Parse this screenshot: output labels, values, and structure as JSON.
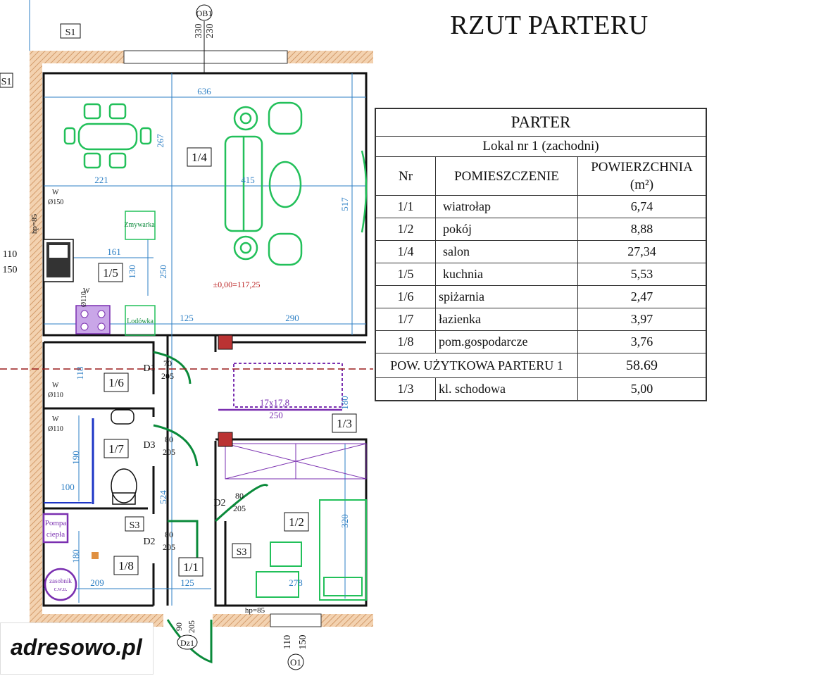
{
  "title": "RZUT PARTERU",
  "table": {
    "header": "PARTER",
    "subheader": "Lokal nr 1 (zachodni)",
    "col_nr": "Nr",
    "col_room": "POMIESZCZENIE",
    "col_area_1": "POWIERZCHNIA",
    "col_area_2": "(m²)",
    "rows": [
      {
        "nr": "1/1",
        "name": "wiatrołap",
        "area": "6,74"
      },
      {
        "nr": "1/2",
        "name": "pokój",
        "area": "8,88"
      },
      {
        "nr": "1/4",
        "name": "salon",
        "area": "27,34"
      },
      {
        "nr": "1/5",
        "name": "kuchnia",
        "area": "5,53"
      },
      {
        "nr": "1/6",
        "name": "spiżarnia",
        "area": "2,47"
      },
      {
        "nr": "1/7",
        "name": "łazienka",
        "area": "3,97"
      },
      {
        "nr": "1/8",
        "name": "pom.gospodarcze",
        "area": "3,76"
      }
    ],
    "total_label": "POW. UŻYTKOWA PARTERU 1",
    "total_value": "58.69",
    "extra": {
      "nr": "1/3",
      "name": "kl. schodowa",
      "area": "5,00"
    }
  },
  "plan": {
    "rooms": {
      "r14": "1/4",
      "r15": "1/5",
      "r16": "1/6",
      "r17": "1/7",
      "r18": "1/8",
      "r11": "1/1",
      "r12": "1/2",
      "r13": "1/3"
    },
    "sections": {
      "s1a": "S1",
      "s1b": "S1",
      "s3a": "S3",
      "s3b": "S3"
    },
    "windows": {
      "ob1": "OB1",
      "o1": "O1",
      "dz1": "Dz1"
    },
    "doors": {
      "d1": "D1",
      "d2a": "D2",
      "d2b": "D2",
      "d3": "D3"
    },
    "door_sizes": {
      "d1_w": "70",
      "d1_h": "205",
      "d3_w": "80",
      "d3_h": "205",
      "d2a_w": "80",
      "d2a_h": "205",
      "d2b_w": "80",
      "d2b_h": "205"
    },
    "dims": {
      "top_330": "330",
      "top_230": "230",
      "d636": "636",
      "d267": "267",
      "d221": "221",
      "d415": "415",
      "d517": "517",
      "d161": "161",
      "d130": "130",
      "d250": "250",
      "d125a": "125",
      "d290": "290",
      "d118": "118",
      "d190": "190",
      "d100": "100",
      "d524": "524",
      "d180a": "180",
      "d209": "209",
      "d125b": "125",
      "d278": "278",
      "d320": "320",
      "d180b": "180",
      "d250b": "250",
      "stair": "17x17,8",
      "d110": "110",
      "d150": "150",
      "b110": "110",
      "b150": "150",
      "b90": "90",
      "b205": "205",
      "hp85a": "hp=85",
      "hp85b": "hp=85",
      "level": "±0,00=117,25"
    },
    "labels": {
      "zmywarka": "Zmywarka",
      "lodowka": "Lodówka",
      "pompa1": "Pompa",
      "pompa2": "ciepła",
      "zasobnik1": "zasobnik",
      "zasobnik2": "c.w.u.",
      "w1": "W",
      "w1d": "Ø150",
      "w2": "W",
      "w2d": "Ø110",
      "w3": "W",
      "w3d": "Ø110",
      "w4": "W",
      "w4d": "Ø110"
    }
  },
  "logo": "adresowo.pl",
  "colors": {
    "wall_hatch": "#e9b98a",
    "furniture": "#22c05a",
    "dims": "#2d7fc4",
    "stairs": "#7a2fb0",
    "wall": "#111111"
  }
}
